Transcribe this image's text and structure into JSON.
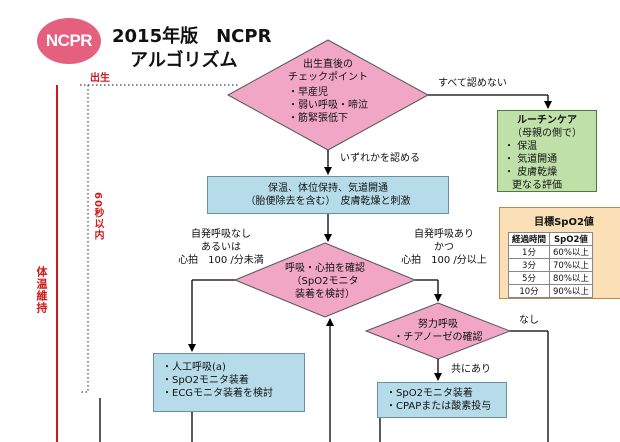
{
  "header": {
    "logo_text": "NCPR",
    "title_line1": "2015年版　NCPR",
    "title_line2": "アルゴリズム"
  },
  "side": {
    "birth": "出生",
    "sixty_seconds": "60秒以内",
    "temperature": "体温維持"
  },
  "nodes": {
    "initial_check": {
      "lines": [
        "出生直後の",
        "チェックポイント"
      ],
      "items": [
        "早産児",
        "弱い呼吸・啼泣",
        "筋緊張低下"
      ]
    },
    "routine_care": {
      "title": "ルーチンケア",
      "subtitle": "（母親の側で）",
      "items": [
        "保温",
        "気道開通",
        "皮膚乾燥"
      ],
      "extra": "更なる評価"
    },
    "initial_steps": {
      "line1": "保温、体位保持、気道開通",
      "line2": "（胎便除去を含む）　皮膚乾燥と刺激"
    },
    "assess": {
      "lines": [
        "呼吸・心拍を確認",
        "（SpO2モニタ",
        "装着を検討）"
      ]
    },
    "effort": {
      "lines": [
        "努力呼吸",
        "・チアノーゼの確認"
      ]
    },
    "ventilation": {
      "items": [
        "人工呼吸(a)",
        "SpO2モニタ装着",
        "ECGモニタ装着を検討"
      ]
    },
    "cpap": {
      "items": [
        "SpO2モニタ装着",
        "CPAPまたは酸素投与"
      ]
    }
  },
  "edges": {
    "all_negative": "すべて認めない",
    "any_positive": "いずれかを認める",
    "left_condition": [
      "自発呼吸なし",
      "あるいは",
      "心拍　100 /分未満"
    ],
    "right_condition": [
      "自発呼吸あり",
      "かつ",
      "心拍　100 /分以上"
    ],
    "none": "なし",
    "both_present": "共にあり"
  },
  "spo2_table": {
    "title": "目標SpO2値",
    "headers": [
      "経過時間",
      "SpO2値"
    ],
    "rows": [
      [
        "1分",
        "60%以上"
      ],
      [
        "3分",
        "70%以上"
      ],
      [
        "5分",
        "80%以上"
      ],
      [
        "10分",
        "90%以上"
      ]
    ]
  },
  "colors": {
    "pink": "#f0a6c4",
    "blue": "#b6dcea",
    "green": "#bfe0a8",
    "orange": "#fbdfb6",
    "red_line": "#cc1a1a",
    "logo": "#e5607f"
  }
}
